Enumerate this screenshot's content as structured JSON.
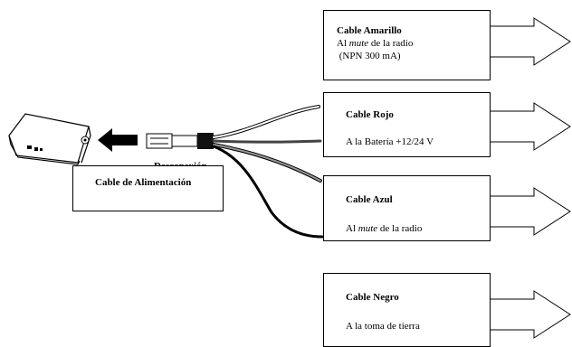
{
  "device": {
    "icon": "gps-tracker-device"
  },
  "power_label": "Cable de Alimentación",
  "partial_label": "Desconexión",
  "cables": [
    {
      "title": "Cable Amarillo",
      "desc_prefix": "Al ",
      "desc_em": "mute",
      "desc_suffix": " de la radio",
      "desc2": " (NPN 300 mA)",
      "color": "#ffffff"
    },
    {
      "title": "Cable Rojo",
      "desc_prefix": "A la Batería +12/24 V",
      "desc_em": "",
      "desc_suffix": "",
      "desc2": "",
      "color": "#555555"
    },
    {
      "title": "Cable Azul",
      "desc_prefix": "Al ",
      "desc_em": "mute",
      "desc_suffix": " de la radio",
      "desc2": "",
      "color": "#8a8a8a"
    },
    {
      "title": "Cable Negro",
      "desc_prefix": "A la toma de tierra",
      "desc_em": "",
      "desc_suffix": "",
      "desc2": "",
      "color": "#111111"
    }
  ]
}
